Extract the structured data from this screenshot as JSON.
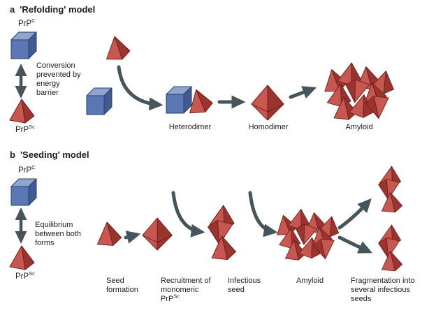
{
  "panel_a": {
    "letter": "a",
    "title": "'Refolding' model",
    "prp_c_base": "PrP",
    "prp_c_sup": "C",
    "prp_sc_base": "PrP",
    "prp_sc_sup": "Sc",
    "side_note": "Conversion prevented by energy barrier",
    "label_heterodimer": "Heterodimer",
    "label_homodimer": "Homodimer",
    "label_amyloid": "Amyloid"
  },
  "panel_b": {
    "letter": "b",
    "title": "'Seeding' model",
    "prp_c_base": "PrP",
    "prp_c_sup": "C",
    "prp_sc_base": "PrP",
    "prp_sc_sup": "Sc",
    "side_note": "Equilibrium between both forms",
    "label_seed": "Seed formation",
    "label_recruitment_prefix": "Recruitment of monomeric ",
    "label_recruitment_base": "PrP",
    "label_recruitment_sup": "Sc",
    "label_infectious": "Infectious seed",
    "label_amyloid": "Amyloid",
    "label_fragmentation": "Fragmentation into several infectious seeds"
  },
  "colors": {
    "bg": "#ffffff",
    "text": "#1c1c1c",
    "cube_top": "#8fa5cd",
    "cube_front": "#5a76b3",
    "cube_side": "#415a92",
    "cube_outline": "#27406f",
    "pyr_light": "#c75851",
    "pyr_dark": "#9b342f",
    "pyr_outline": "#731f1a",
    "arrow": "#46555b"
  }
}
